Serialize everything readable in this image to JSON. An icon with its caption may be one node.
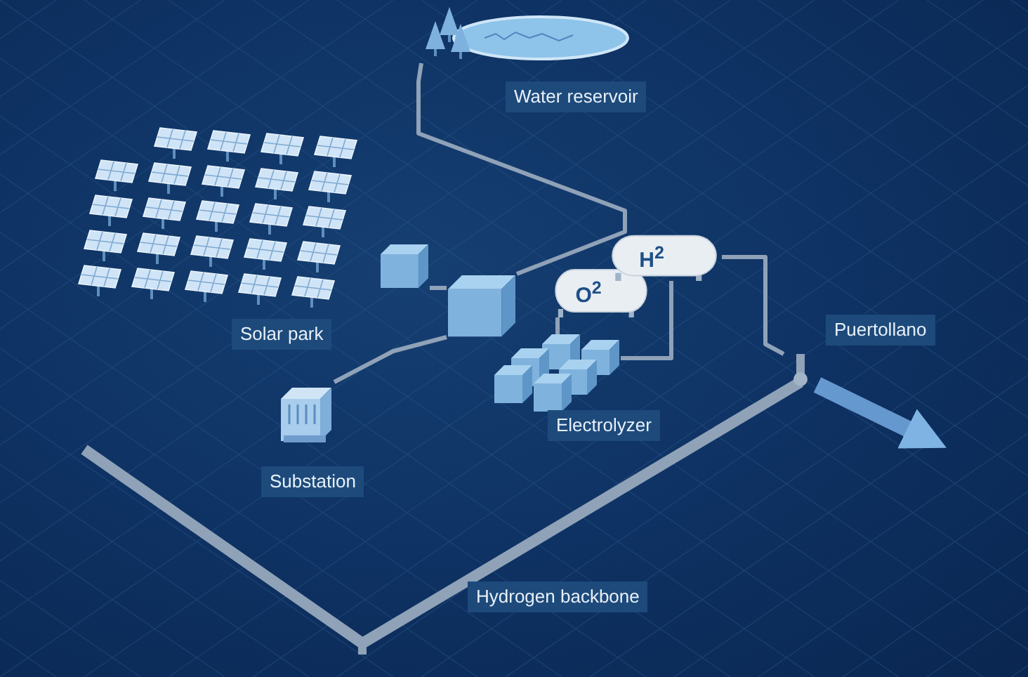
{
  "diagram": {
    "nodes": [
      {
        "text": [],
        "shape": "picture",
        "beside": [
          "Water reservoir"
        ]
      },
      {
        "text": [],
        "shape": "picture",
        "beside": [
          "Solar park"
        ]
      },
      {
        "text": [],
        "shape": "box"
      },
      {
        "text": [],
        "shape": "box"
      },
      {
        "text": [],
        "shape": "picture",
        "beside": [
          "Electrolyzer"
        ]
      },
      {
        "text": [
          "O$^{2}$"
        ]
      },
      {
        "text": [
          "H$^{2}$"
        ]
      },
      {
        "text": [],
        "shape": "picture",
        "beside": [
          "Substation"
        ]
      },
      {
        "text": [],
        "shape": "bar"
      }
    ],
    "edges": [
      {
        "from": 0,
        "to": 3,
        "arrow": "none"
      },
      {
        "from": 2,
        "to": 3,
        "arrow": "none"
      },
      {
        "from": 7,
        "to": 3,
        "arrow": "none"
      },
      {
        "from": 5,
        "to": 4,
        "arrow": "none"
      },
      {
        "from": 6,
        "to": 4,
        "arrow": "none"
      },
      {
        "from": 6,
        "to": 8,
        "arrow": "none"
      },
      {
        "from": 8,
        "to": null,
        "arrow": "to",
        "style": "thick",
        "label": "Puertollano"
      }
    ],
    "labels": [
      "Hydrogen backbone"
    ]
  }
}
